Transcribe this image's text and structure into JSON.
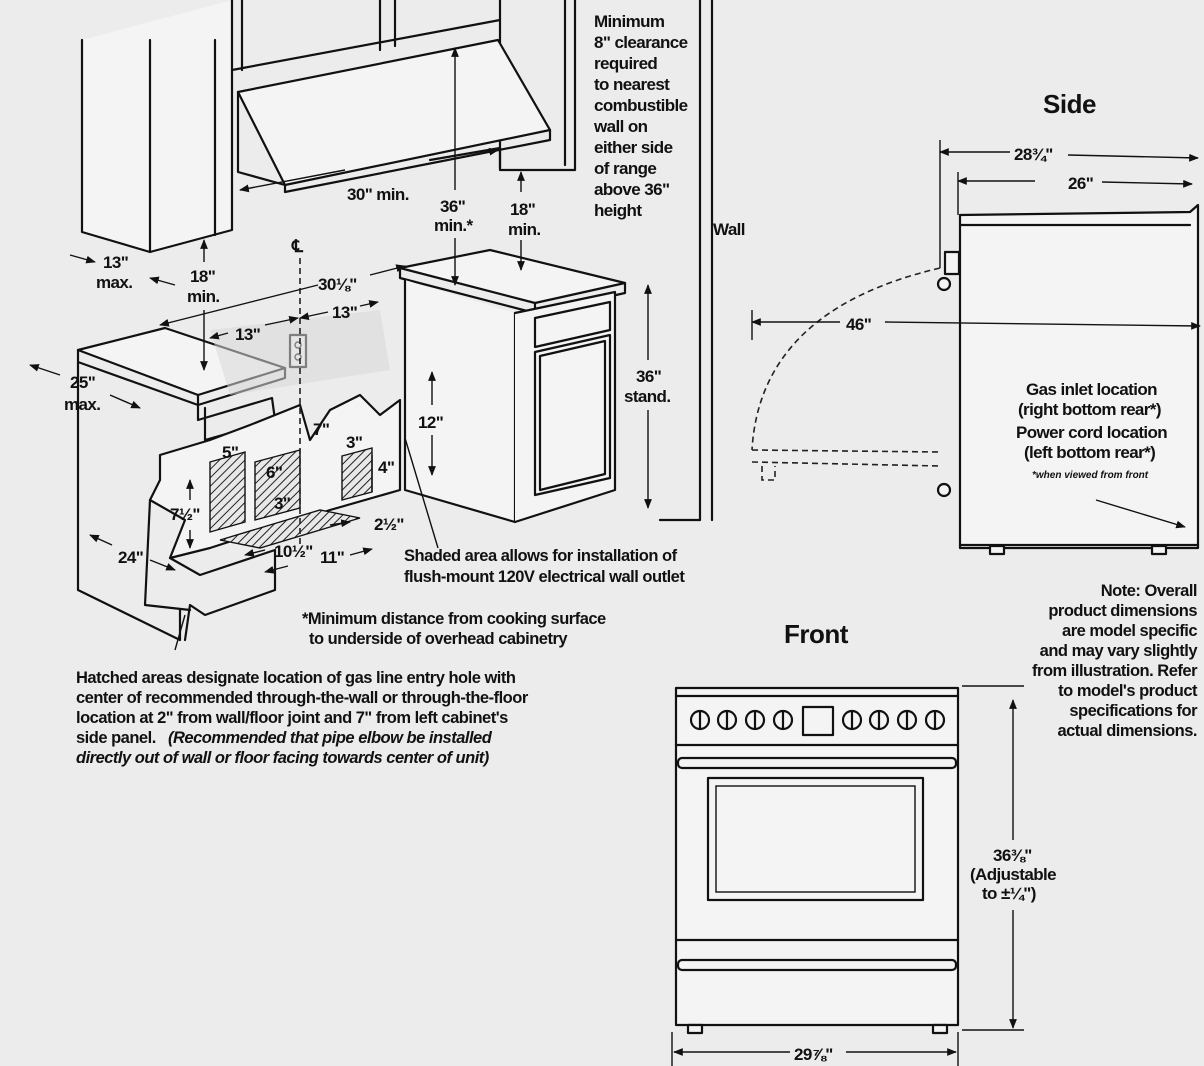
{
  "figure": {
    "clearance_note": [
      "Minimum",
      "8\" clearance",
      "required",
      "to nearest",
      "combustible",
      "wall on",
      "either side",
      "of range",
      "above 36\"",
      "height"
    ],
    "wall_label": "Wall",
    "dims": {
      "d30min": "30\" min.",
      "d36min_a": "36\"",
      "d36min_b": "min.*",
      "d18min_a": "18\"",
      "d18min_b": "min.",
      "d13max_a": "13\"",
      "d13max_b": "max.",
      "d18min2_a": "18\"",
      "d18min2_b": "min.",
      "centerline": "℄",
      "d30_1_8": "30⅛\"",
      "d13a": "13\"",
      "d13b": "13\"",
      "d25max_a": "25\"",
      "d25max_b": "max.",
      "d36stand_a": "36\"",
      "d36stand_b": "stand.",
      "d12": "12\"",
      "d7": "7\"",
      "d5": "5\"",
      "d6": "6\"",
      "d3a": "3\"",
      "d4": "4\"",
      "d3b": "3\"",
      "d7_1_2": "7½\"",
      "d2_1_2": "2½\"",
      "d10_1_2": "10½\"",
      "d11": "11\"",
      "d24": "24\""
    },
    "shaded_note": [
      "Shaded area allows for installation of",
      "flush-mount 120V electrical wall outlet"
    ],
    "min_distance_note": [
      "*Minimum distance from cooking surface",
      "to underside of overhead cabinetry"
    ],
    "hatched_note": [
      "Hatched areas designate location of gas line entry hole with",
      "center of recommended through-the-wall or through-the-floor",
      "location at 2\" from wall/floor joint and 7\" from left cabinet's",
      "side panel."
    ],
    "hatched_note_italic": [
      "(Recommended that pipe elbow be installed",
      "directly out of wall or floor facing towards center of unit)"
    ],
    "side": {
      "title": "Side",
      "d28_3_4": "28¾\"",
      "d26": "26\"",
      "d46": "46\"",
      "gas_lines": [
        "Gas inlet location",
        "(right bottom rear*)",
        "Power cord location",
        "(left bottom rear*)"
      ],
      "footnote": "*when viewed from front"
    },
    "note": {
      "bold": "Note:",
      "lines": [
        "Overall",
        "product dimensions",
        "are model specific",
        "and may vary slightly",
        "from illustration. Refer",
        "to model's product",
        "specifications for",
        "actual dimensions."
      ]
    },
    "front": {
      "title": "Front",
      "height_lines": [
        "36⅜\"",
        "(Adjustable",
        "to ±¼\")"
      ],
      "width": "29⅞\""
    }
  }
}
